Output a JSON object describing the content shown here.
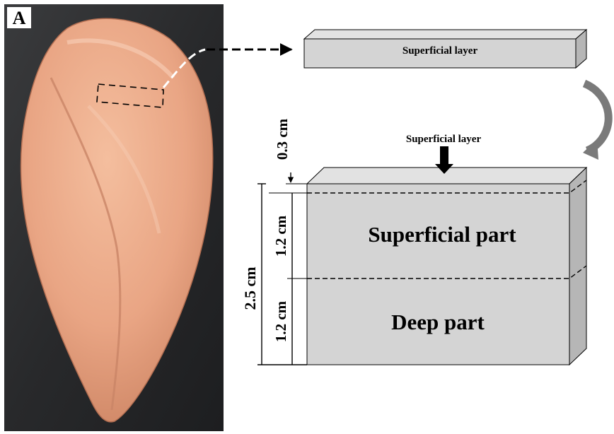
{
  "panel_label": "A",
  "photo": {
    "subject": "raw-chicken-breast-fillet"
  },
  "layer_bar": {
    "label": "Superficial layer"
  },
  "block": {
    "top_arrow_label": "Superficial layer",
    "upper_part_label": "Superficial part",
    "lower_part_label": "Deep part"
  },
  "dimensions": {
    "layer_thickness": "0.3 cm",
    "total_thickness": "2.5 cm",
    "superficial_part_thickness": "1.2 cm",
    "deep_part_thickness": "1.2 cm"
  },
  "colors": {
    "block_fill": "#d4d4d4",
    "block_side": "#b6b6b6",
    "photo_background": "#2b2c2e",
    "meat": "#e9a584",
    "curved_arrow": "#7a7a7a"
  }
}
